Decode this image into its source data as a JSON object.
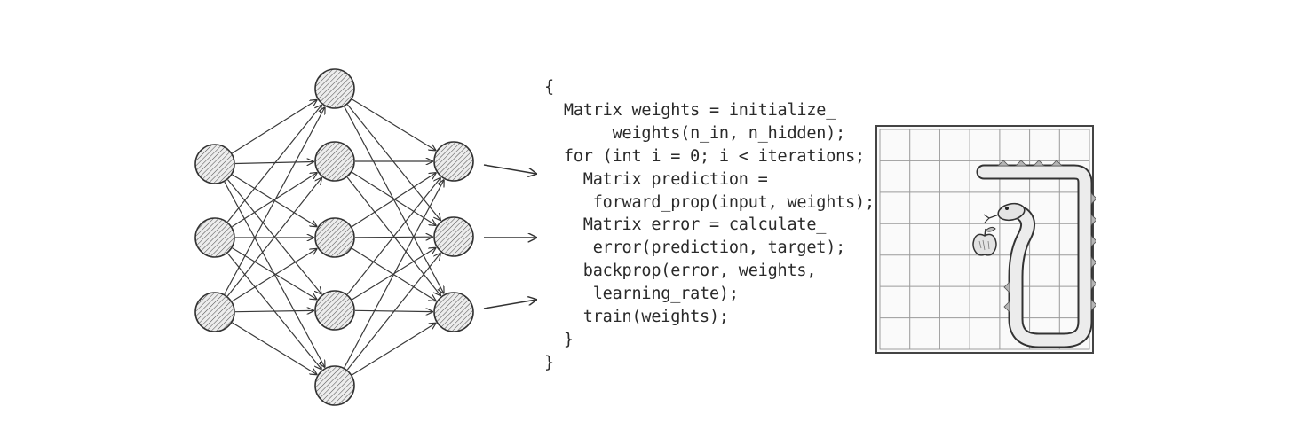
{
  "code": {
    "lines": [
      "{",
      "  Matrix weights = initialize_",
      "       weights(n_in, n_hidden);",
      "  for (int i = 0; i < iterations;",
      "    Matrix prediction =",
      "     forward_prop(input, weights);",
      "    Matrix error = calculate_",
      "     error(prediction, target);",
      "    backprop(error, weights,",
      "     learning_rate);",
      "    train(weights);",
      "  }",
      "}"
    ]
  },
  "network": {
    "layers": [
      3,
      5,
      3
    ],
    "node_style": "hatched-circle",
    "output_arrows": 3
  },
  "snake_game": {
    "grid": "7x7",
    "snake_color": "#e9e9e9",
    "food": "apple-icon"
  },
  "colors": {
    "ink": "#333333",
    "node_fill": "#e6e6e6",
    "paper": "#ffffff"
  }
}
